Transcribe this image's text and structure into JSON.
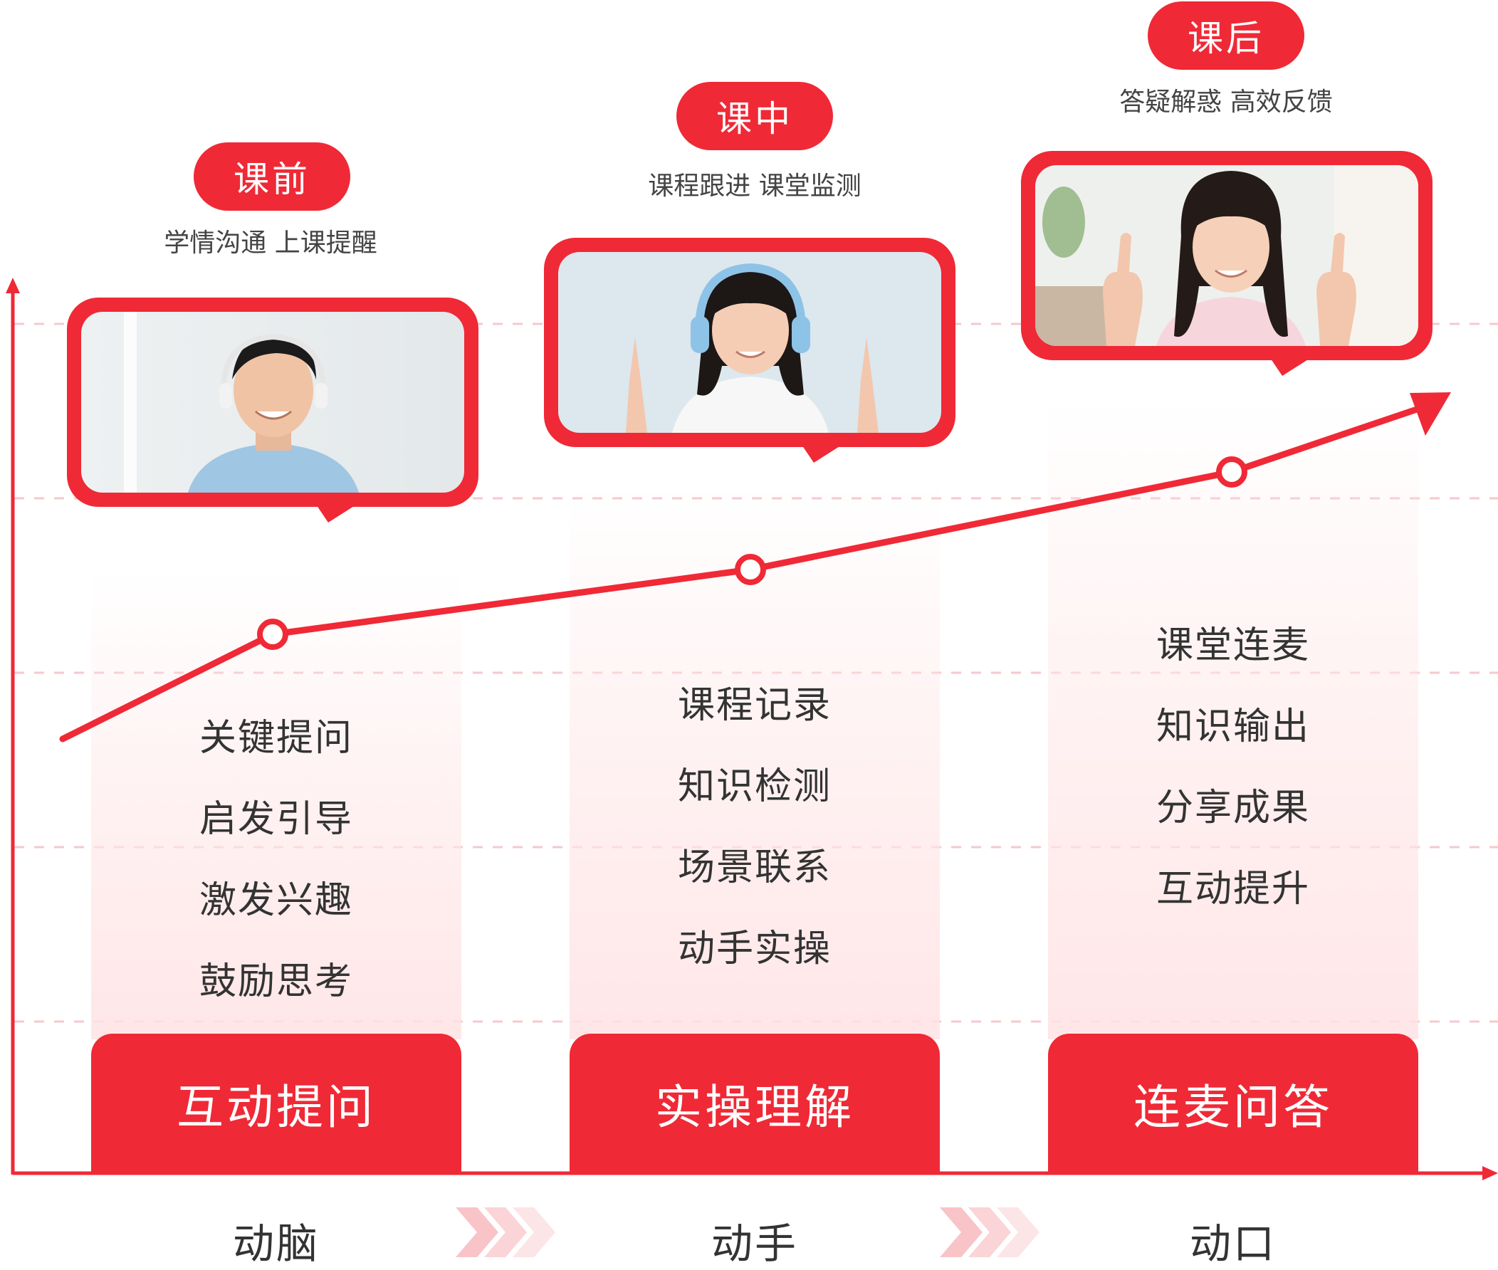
{
  "colors": {
    "accent": "#f02936",
    "tint": "#ffe4e6",
    "text": "#333333"
  },
  "stages": [
    {
      "pill": "课前",
      "subtitle": "学情沟通 上课提醒",
      "photo": "man-with-headphones"
    },
    {
      "pill": "课中",
      "subtitle": "课程跟进 课堂监测",
      "photo": "girl-with-headphones-pointing"
    },
    {
      "pill": "课后",
      "subtitle": "答疑解惑 高效反馈",
      "photo": "girl-thumbs-up"
    }
  ],
  "columns": [
    {
      "items": [
        "关键提问",
        "启发引导",
        "激发兴趣",
        "鼓励思考"
      ],
      "block": "互动提问",
      "label": "动脑"
    },
    {
      "items": [
        "课程记录",
        "知识检测",
        "场景联系",
        "动手实操"
      ],
      "block": "实操理解",
      "label": "动手"
    },
    {
      "items": [
        "课堂连麦",
        "知识输出",
        "分享成果",
        "互动提升"
      ],
      "block": "连麦问答",
      "label": "动口"
    }
  ]
}
